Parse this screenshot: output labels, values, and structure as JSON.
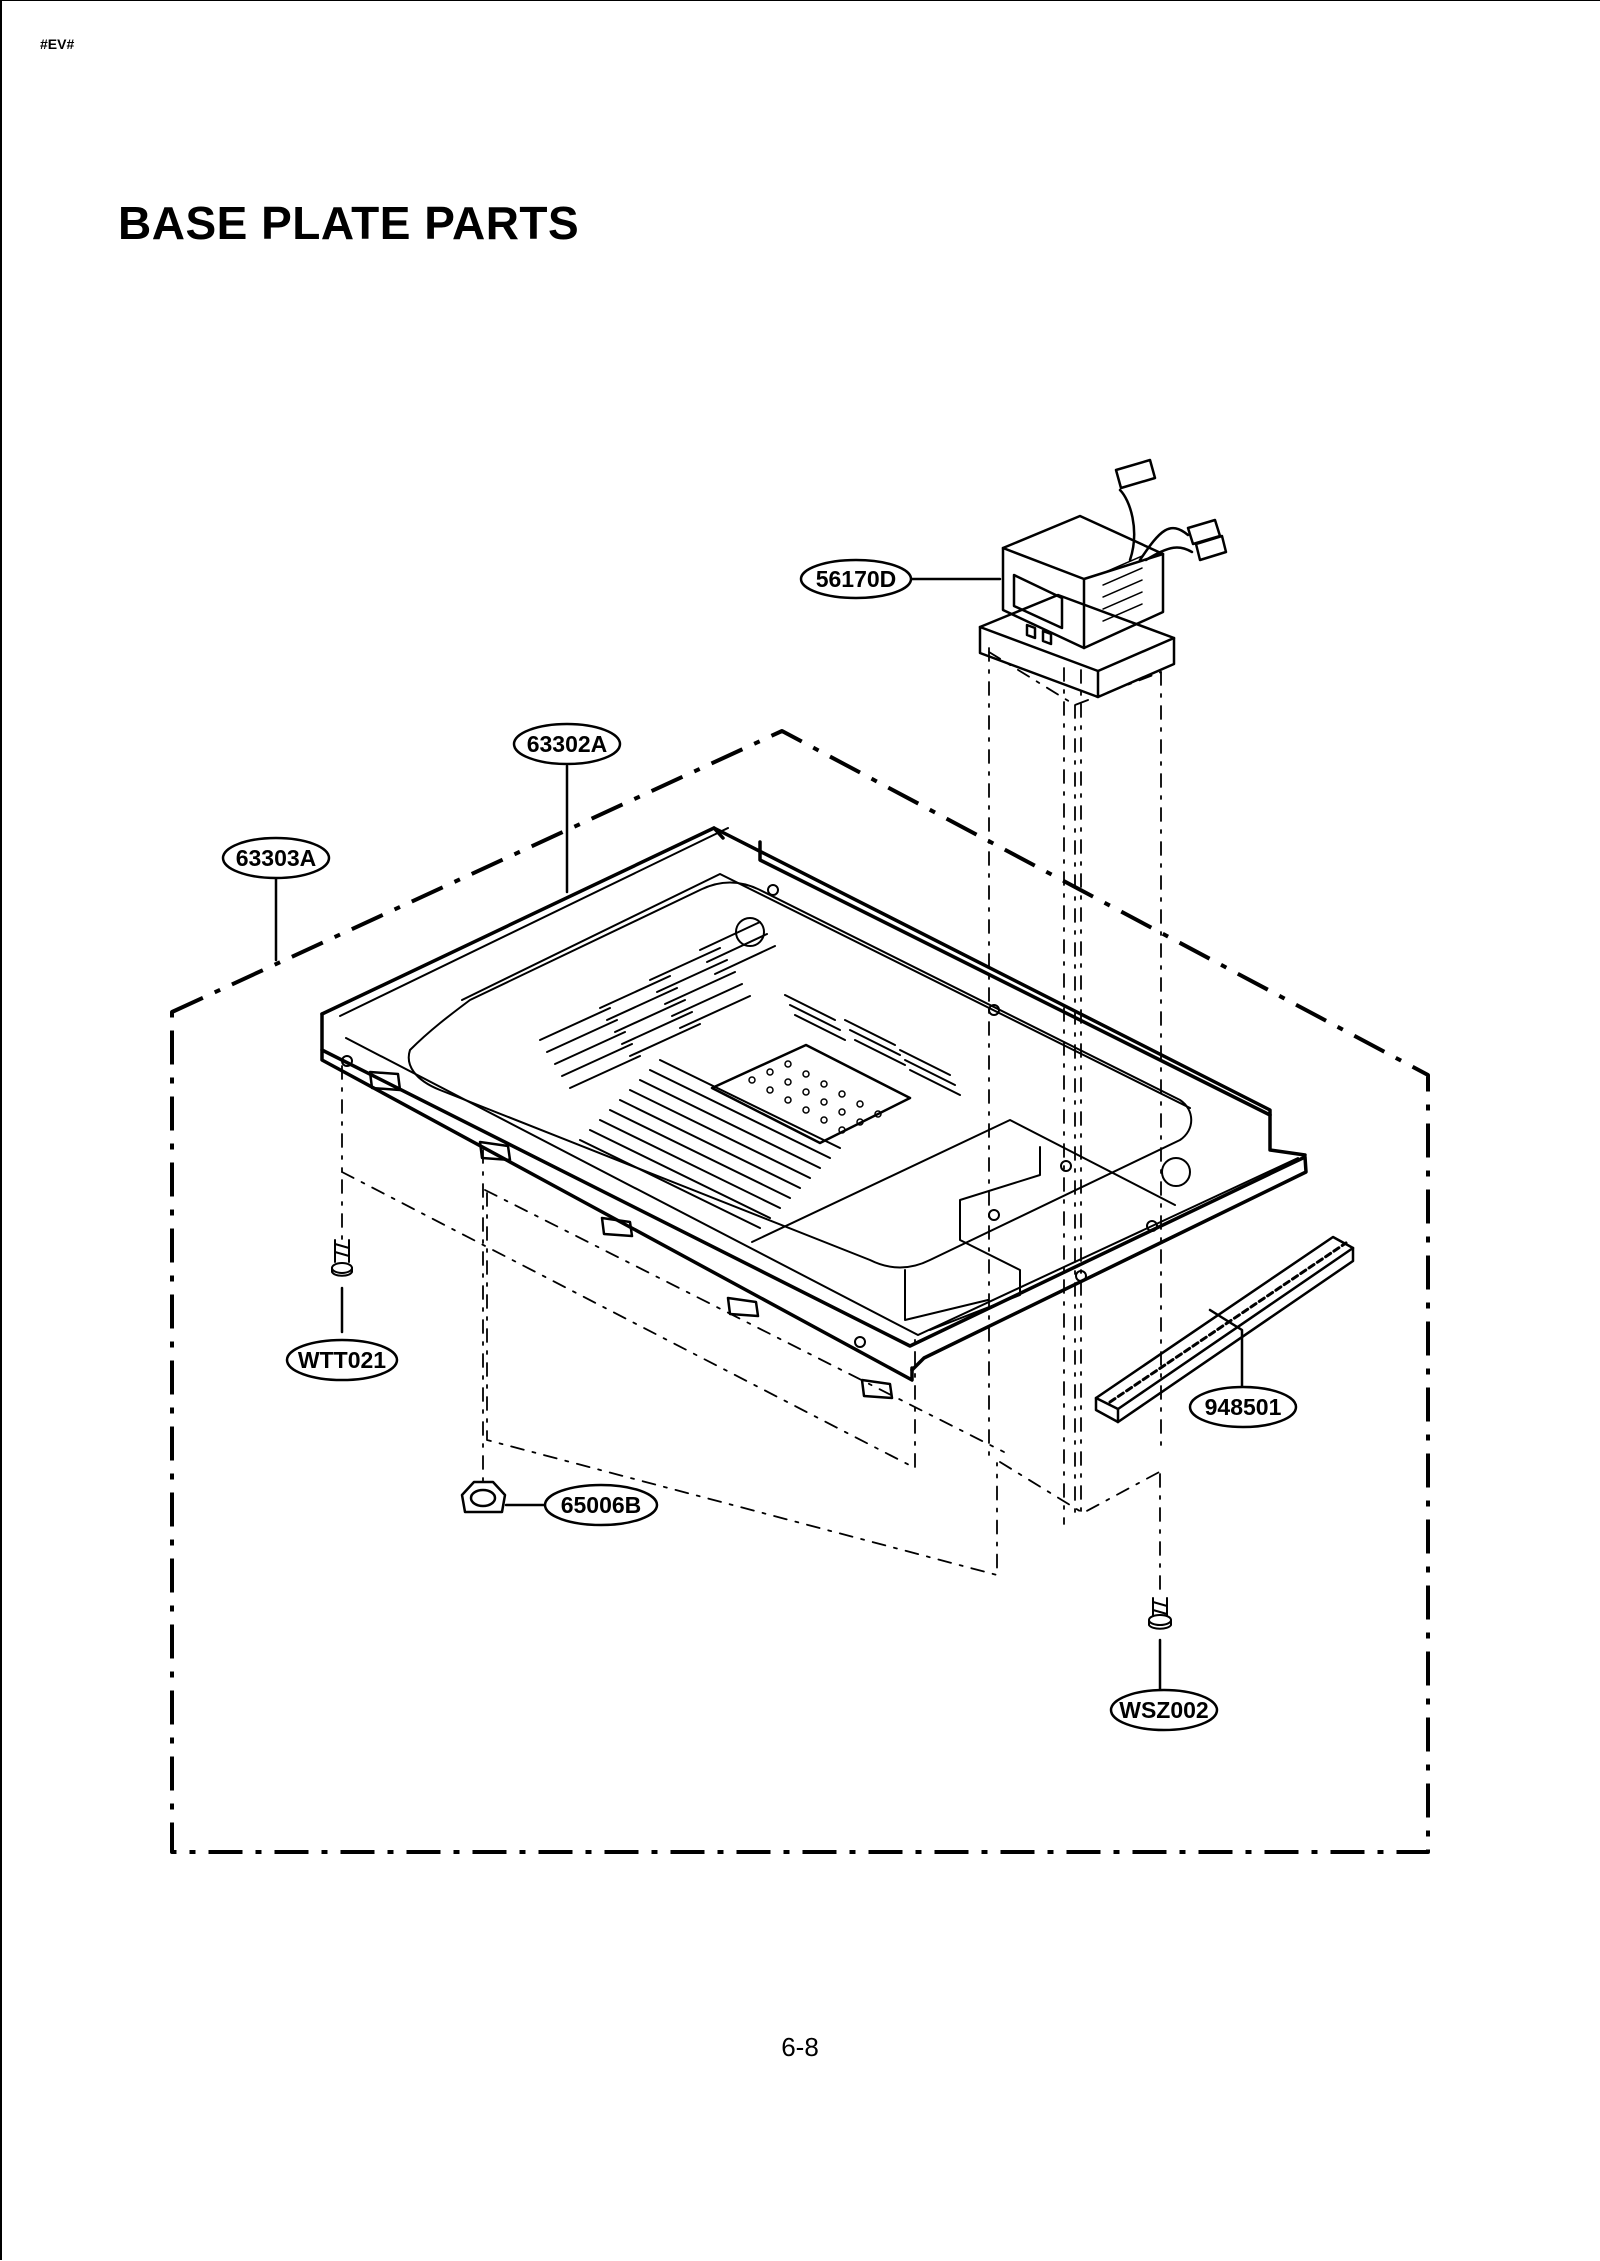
{
  "header": {
    "marker": "#EV#"
  },
  "page_title": "BASE PLATE PARTS",
  "page_number": "6-8",
  "part_labels": [
    {
      "id": "transformer",
      "code": "56170D"
    },
    {
      "id": "base-plate",
      "code": "63302A"
    },
    {
      "id": "base-assembly",
      "code": "63303A"
    },
    {
      "id": "screw-left",
      "code": "WTT021"
    },
    {
      "id": "foot",
      "code": "65006B"
    },
    {
      "id": "rubber-strip",
      "code": "948501"
    },
    {
      "id": "screw-right",
      "code": "WSZ002"
    }
  ]
}
